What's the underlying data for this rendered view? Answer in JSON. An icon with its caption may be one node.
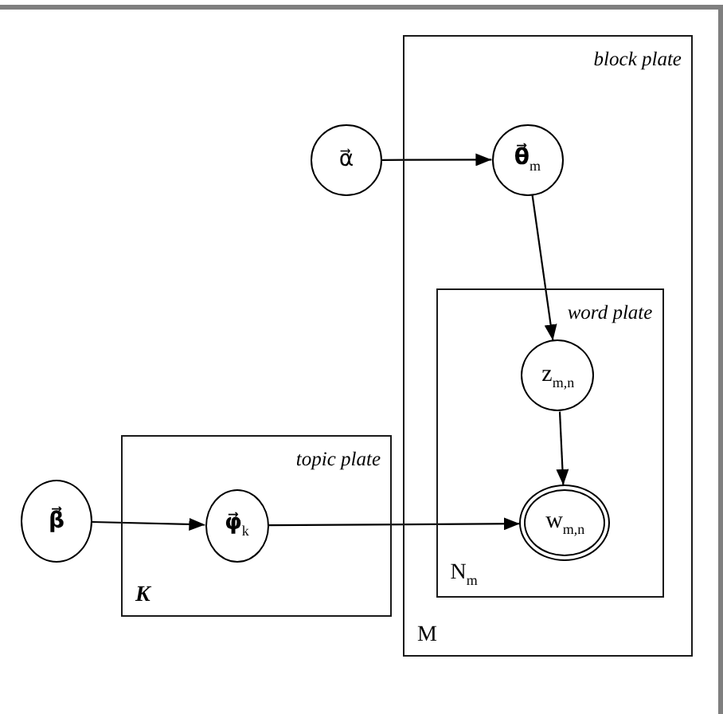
{
  "diagram": {
    "nodes": [
      {
        "text": [
          "block plate",
          "M"
        ]
      },
      {
        "text": [
          "α⃗"
        ]
      },
      {
        "text": [
          "**θ⃗**$_{m}$"
        ],
        "in": 0
      },
      {
        "text": [
          "word plate",
          "N$_{m}$"
        ],
        "in": 0
      },
      {
        "text": [
          "z$_{m,n}$"
        ],
        "in": 3
      },
      {
        "text": [
          "w$_{m,n}$"
        ],
        "in": 3
      },
      {
        "text": [
          "topic plate",
          "K"
        ]
      },
      {
        "text": [
          "β⃗"
        ]
      },
      {
        "text": [
          "**φ⃗**$_{k}$"
        ],
        "in": 6
      }
    ],
    "edges": [
      {
        "from": 1,
        "to": 2,
        "arrow": "to"
      },
      {
        "from": 2,
        "to": 4,
        "arrow": "to"
      },
      {
        "from": 4,
        "to": 5,
        "arrow": "to"
      },
      {
        "from": 7,
        "to": 8,
        "arrow": "to"
      },
      {
        "from": 8,
        "to": 5,
        "arrow": "to"
      }
    ]
  }
}
